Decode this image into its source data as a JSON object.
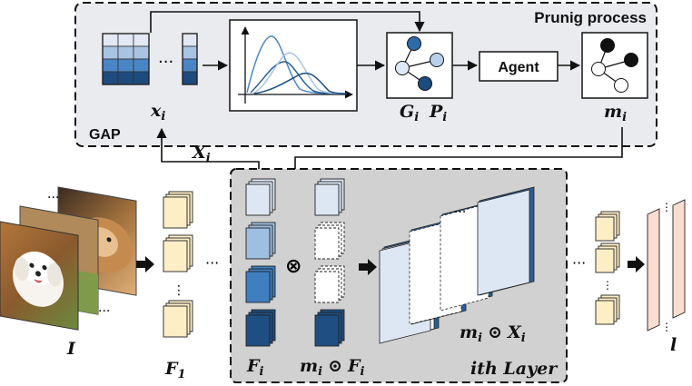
{
  "pruning": {
    "title": "Prunig process",
    "gap_label": "GAP",
    "agent_label": "Agent",
    "xi": {
      "base": "x",
      "sub": "i"
    },
    "Gi": {
      "base": "G",
      "sub": "i"
    },
    "Pi": {
      "base": "P",
      "sub": "i"
    },
    "mi": {
      "base": "m",
      "sub": "i"
    }
  },
  "main": {
    "Xi": {
      "base": "X",
      "sub": "i"
    },
    "I": "I",
    "F1": {
      "base": "F",
      "sub": "1"
    },
    "Fi": {
      "base": "F",
      "sub": "i"
    },
    "mFi": {
      "m": "m",
      "msub": "i",
      "op": "⊙",
      "F": "F",
      "Fsub": "i"
    },
    "mXi": {
      "m": "m",
      "msub": "i",
      "op": "⊙",
      "X": "X",
      "Xsub": "i"
    },
    "layer": {
      "i": "i",
      "rest": "th Layer"
    },
    "l": "l",
    "dots": "···",
    "vdots": "⋮",
    "otimes": "⊗"
  },
  "colors": {
    "panel_top": "#e9ebef",
    "panel_layer": "#d1d1d1",
    "pale_blue": "#dde6f3",
    "light_blue": "#9fbfe0",
    "mid_blue": "#3f7fc0",
    "dark_blue": "#1f4e82",
    "cream": "#fdeec6",
    "peach": "#f8ddd0"
  }
}
